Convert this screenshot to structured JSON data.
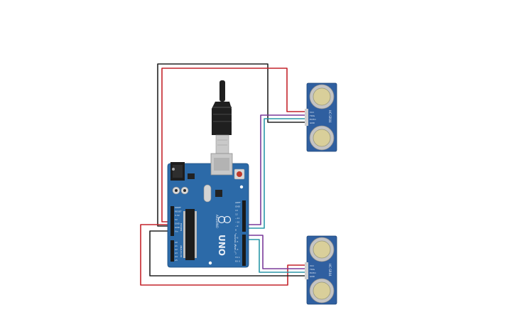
{
  "board": {
    "brand": "ARDUINO",
    "model": "UNO",
    "power_label": "POWER",
    "analog_label": "ANALOG IN",
    "digital_label": "DIGITAL (PWM~)",
    "power_pins": [
      "IOREF",
      "RESET",
      "3.3V",
      "5V",
      "GND",
      "GND",
      "Vin"
    ],
    "analog_pins": [
      "A0",
      "A1",
      "A2",
      "A3",
      "A4",
      "A5"
    ],
    "digital_pins_top": [
      "AREF",
      "GND",
      "13",
      "12",
      "~11",
      "~10",
      "~9",
      "8"
    ],
    "digital_pins_bottom": [
      "7",
      "~6",
      "~5",
      "4",
      "~3",
      "2",
      "TX 1",
      "RX 0"
    ]
  },
  "sensors": [
    {
      "id": "sensor-top",
      "model": "HC-SR04",
      "pins": [
        "VCC",
        "TRIG",
        "ECHO",
        "GND"
      ]
    },
    {
      "id": "sensor-bottom",
      "model": "HC-SR04",
      "pins": [
        "VCC",
        "TRIG",
        "ECHO",
        "GND"
      ]
    }
  ],
  "colors": {
    "board": "#2c6aa8",
    "sensor": "#2f5fa0",
    "wire_power": "#c4242b",
    "wire_ground": "#222222",
    "wire_trig": "#7a3a9a",
    "wire_echo": "#2a97a8",
    "usb_cable": "#1f1f1f"
  }
}
